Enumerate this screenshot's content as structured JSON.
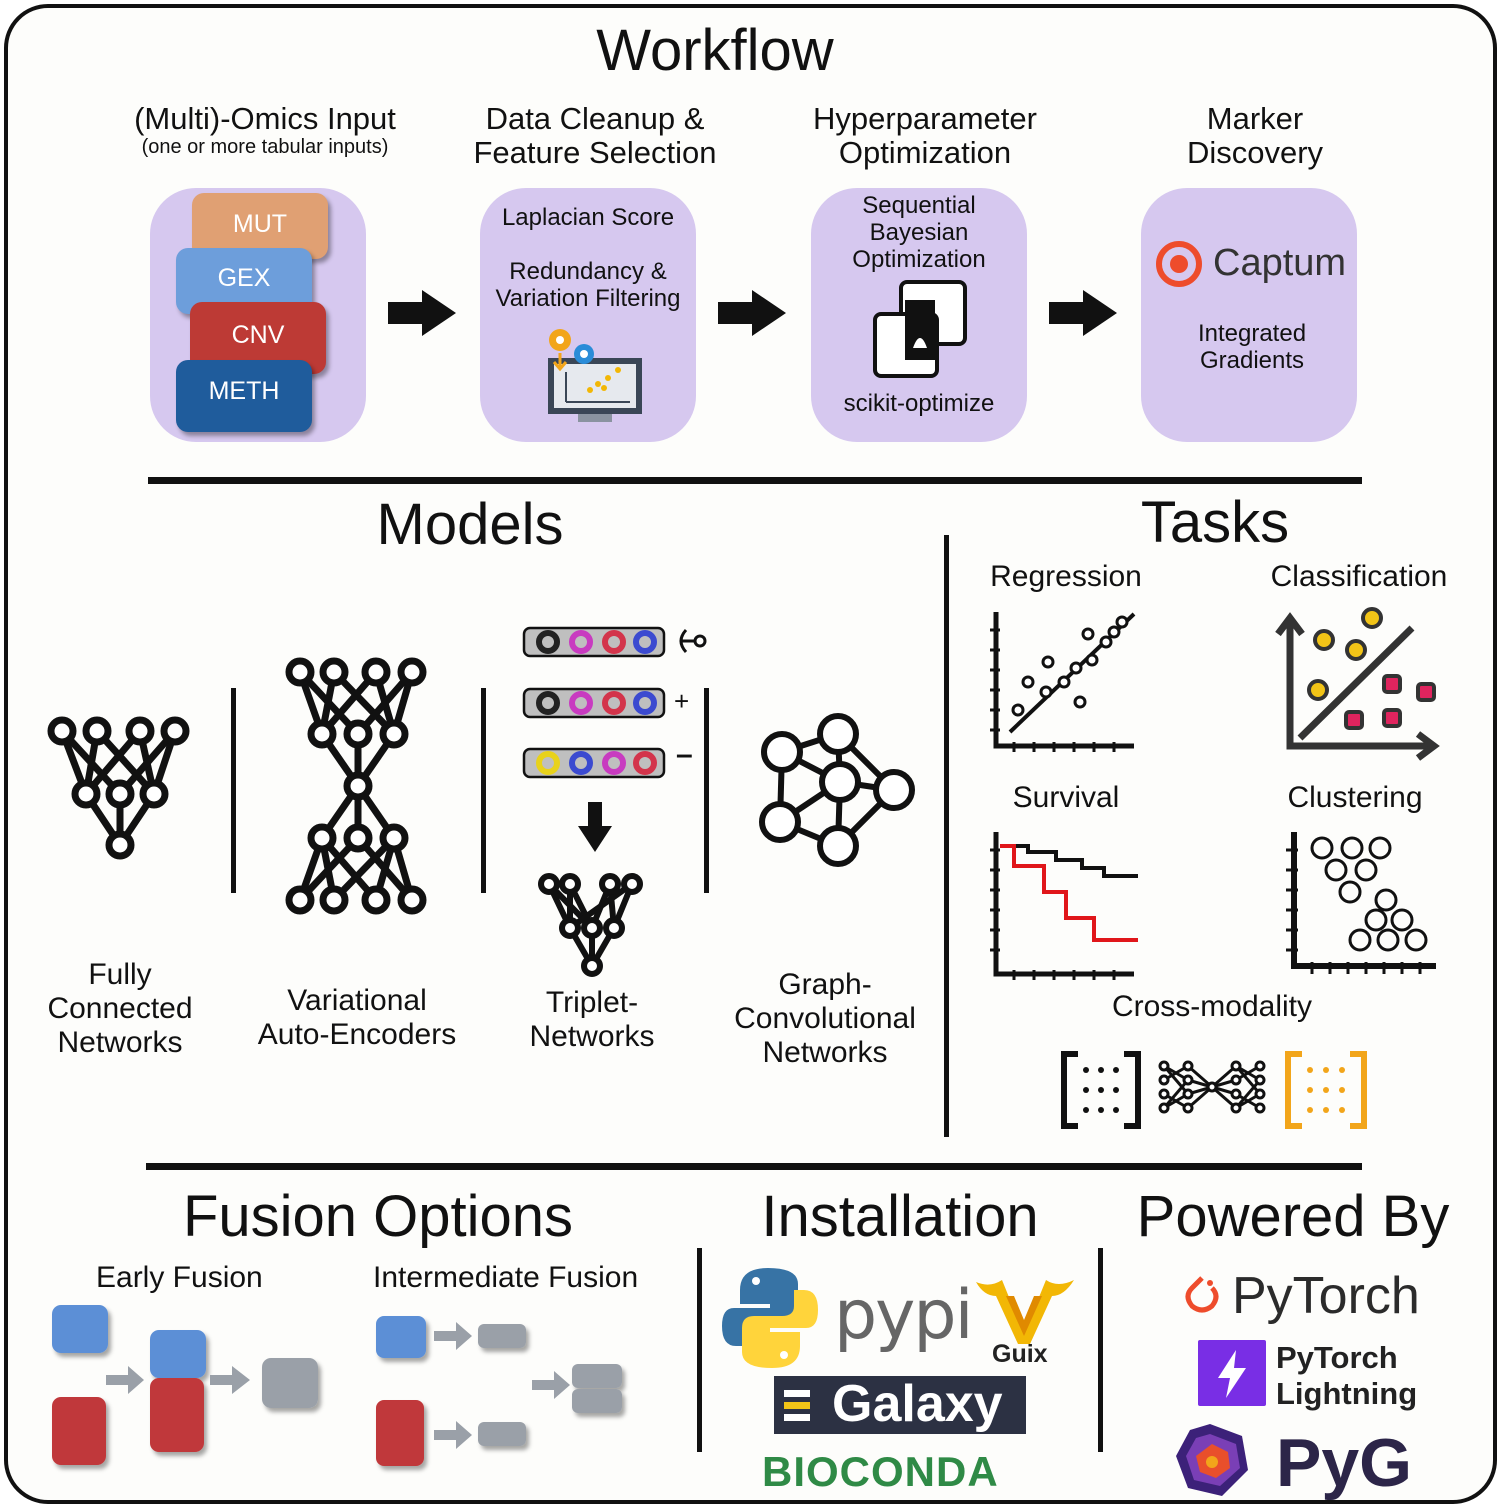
{
  "workflow": {
    "title": "Workflow",
    "steps": [
      {
        "title": "(Multi)-Omics Input",
        "subtitle": "(one or more tabular inputs)",
        "blocks": [
          "MUT",
          "GEX",
          "CNV",
          "METH"
        ]
      },
      {
        "title_lines": [
          "Data Cleanup &",
          "Feature Selection"
        ],
        "card_lines": [
          "Laplacian Score",
          "Redundancy &",
          "Variation Filtering"
        ]
      },
      {
        "title_lines": [
          "Hyperparameter",
          "Optimization"
        ],
        "card_lines": [
          "Sequential",
          "Bayesian",
          "Optimization"
        ],
        "footer": "scikit-optimize"
      },
      {
        "title_lines": [
          "Marker",
          "Discovery"
        ],
        "logo_text": "Captum",
        "card_lines": [
          "Integrated",
          "Gradients"
        ]
      }
    ]
  },
  "models": {
    "title": "Models",
    "items": [
      {
        "lines": [
          "Fully",
          "Connected",
          "Networks"
        ]
      },
      {
        "lines": [
          "Variational",
          "Auto-Encoders"
        ]
      },
      {
        "lines": [
          "Triplet-",
          "Networks"
        ],
        "signs": [
          "+",
          "–"
        ]
      },
      {
        "lines": [
          "Graph-",
          "Convolutional",
          "Networks"
        ]
      }
    ]
  },
  "tasks": {
    "title": "Tasks",
    "items": [
      "Regression",
      "Classification",
      "Survival",
      "Clustering",
      "Cross-modality"
    ]
  },
  "fusion": {
    "title": "Fusion Options",
    "early": "Early Fusion",
    "intermediate": "Intermediate Fusion"
  },
  "installation": {
    "title": "Installation",
    "pypi": "pypi",
    "guix": "Guix",
    "galaxy": "Galaxy",
    "bioconda": "BIOCONDA"
  },
  "powered": {
    "title": "Powered By",
    "pytorch": "PyTorch",
    "lightning_lines": [
      "PyTorch",
      "Lightning"
    ],
    "pyg": "PyG"
  },
  "colors": {
    "card": "#d6c8ef",
    "mut": "#e0a073",
    "gex": "#6d9edb",
    "cnv": "#bd3a35",
    "meth": "#1f5c9c",
    "fusion_blue": "#5b8fd6",
    "fusion_red": "#c0393a",
    "fusion_gray": "#9aa0a8",
    "survival_red": "#e0161a",
    "class_yellow": "#f2c417",
    "class_pink": "#e0245e",
    "crossmod_orange": "#f2a51a",
    "pytorch": "#ee4c2c",
    "lightning": "#792ee5",
    "bioconda": "#2f8a46"
  }
}
